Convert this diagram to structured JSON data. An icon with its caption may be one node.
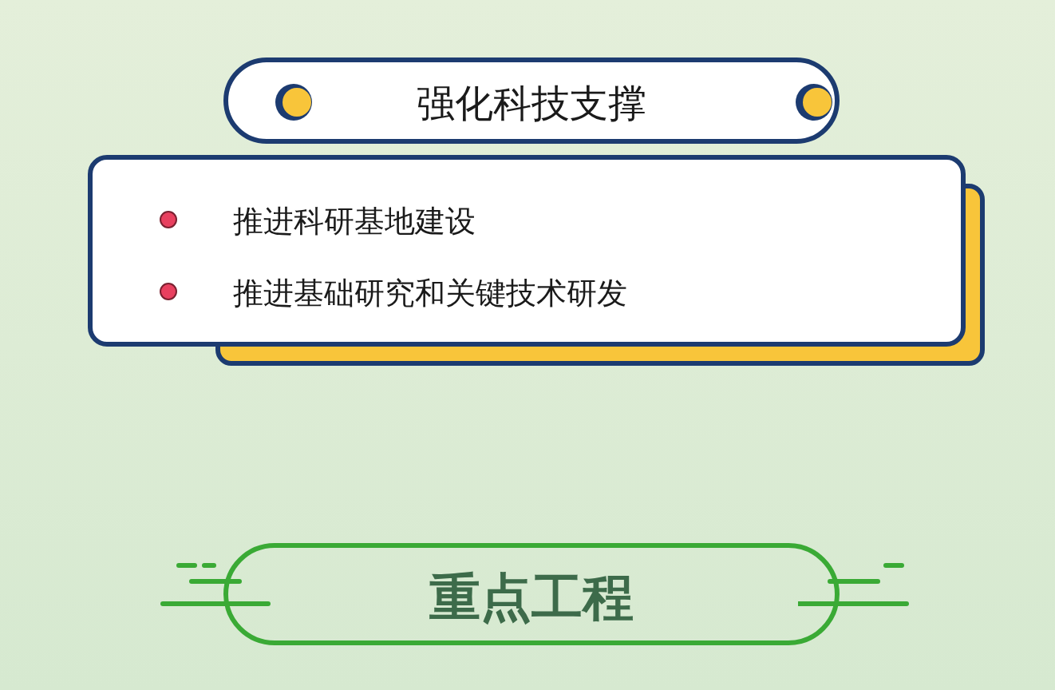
{
  "diagram": {
    "nodes": [
      {
        "text": [
          "强化科技支撑"
        ]
      },
      {
        "text": [
          "推进科研基地建设",
          "推进基础研究和关键技术研发"
        ]
      },
      {
        "text": [
          "重点工程"
        ]
      }
    ]
  }
}
